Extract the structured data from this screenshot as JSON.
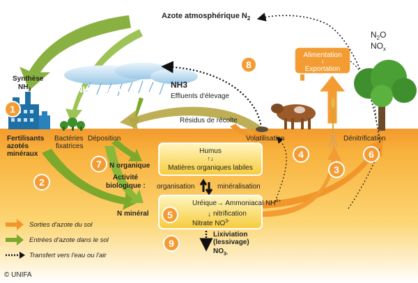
{
  "labels": {
    "atmospheric": "Azote atmosphérique N",
    "atmospheric_sub": "2",
    "n2o": "N",
    "n2o_sub": "2",
    "n2o_o": "O",
    "nox": "NO",
    "nox_sub": "x",
    "alimentation": "Alimentation",
    "exportation": "Exportation",
    "nh3_nh4": "NH3 / NH4+",
    "nh3": "NH3",
    "effluents": "Effluents d'élevage",
    "synthese": "Synthèse",
    "synthese_nh3": "NH",
    "synthese_nh3_sub": "3",
    "residus": "Résidus de récolte",
    "fertilisants_1": "Fertilisants",
    "fertilisants_2": "azotés",
    "fertilisants_3": "minéraux",
    "bacteries_1": "Bactéries",
    "bacteries_2": "fixatrices",
    "deposition": "Déposition",
    "volatilisation": "Volatilisation",
    "denitrification": "Dénitrification",
    "humus": "Humus",
    "matieres": "Matières organiques labiles",
    "n_organique": "N organique",
    "activite_1": "Activité",
    "activite_2": "biologique :",
    "organisation": "organisation",
    "mineralisation": "minéralisation",
    "n_mineral": "N minéral",
    "ureique": "Uréique",
    "ammoniacal": "Ammoniacal NH",
    "ammoniacal_sup": "4+",
    "nitrification": "nitrification",
    "nitrate": "Nitrate  NO",
    "nitrate_sub": "3-",
    "lixiviation_1": "Lixiviation",
    "lixiviation_2": "(lessivage)",
    "lixiviation_3": "NO",
    "lixiviation_3_sub": "3-",
    "copyright": "© UNIFA"
  },
  "legend": [
    {
      "label": "Sorties d'azote du sol",
      "color": "#f0962a"
    },
    {
      "label": "Entrées d'azote dans le sol",
      "color": "#7ca82c"
    },
    {
      "label": "Transfert vers l'eau ou l'air",
      "color": "#111111"
    }
  ],
  "badges": [
    "1",
    "2",
    "3",
    "4",
    "5",
    "6",
    "7",
    "8",
    "9"
  ],
  "colors": {
    "orange": "#f0962a",
    "green": "#7ca82c",
    "soil": "#f7b23a",
    "sky": "#ffffff"
  }
}
